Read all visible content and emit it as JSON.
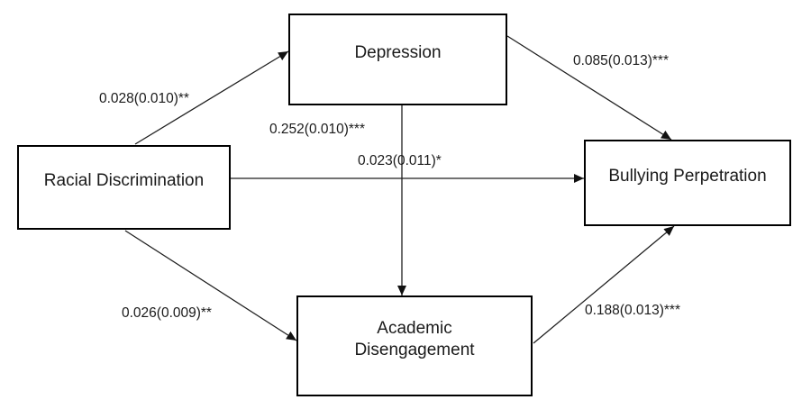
{
  "diagram": {
    "type": "path-model",
    "nodes": {
      "racial_discrimination": "Racial Discrimination",
      "depression": "Depression",
      "academic_disengagement": "Academic Disengagement",
      "bullying_perpetration": "Bullying Perpetration"
    },
    "paths": [
      {
        "from": "Racial Discrimination",
        "to": "Depression",
        "label": "0.028(0.010)**"
      },
      {
        "from": "Depression",
        "to": "Bullying Perpetration",
        "label": "0.085(0.013)***"
      },
      {
        "from": "Racial Discrimination",
        "to": "Bullying Perpetration",
        "label": "0.023(0.011)*"
      },
      {
        "from": "Depression",
        "to": "Academic Disengagement",
        "label": "0.252(0.010)***"
      },
      {
        "from": "Racial Discrimination",
        "to": "Academic Disengagement",
        "label": "0.026(0.009)**"
      },
      {
        "from": "Academic Disengagement",
        "to": "Bullying Perpetration",
        "label": "0.188(0.013)***"
      }
    ],
    "colors": {
      "background": "#ffffff",
      "line": "#1f1f1f",
      "box_border": "#000000",
      "text": "#1a1a1a"
    }
  }
}
